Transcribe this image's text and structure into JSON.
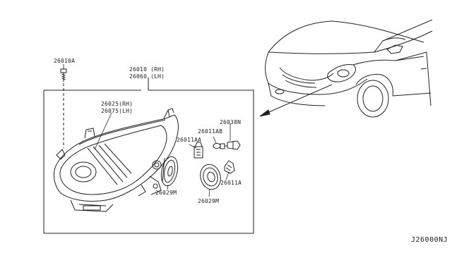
{
  "diagram": {
    "diagram_id": "J26000NJ",
    "callouts": {
      "bolt": "26010A",
      "assy_rh": "26010 (RH)",
      "assy_lh": "26060 (LH)",
      "housing_rh": "26025(RH)",
      "housing_lh": "26075(LH)",
      "socket_aa": "26011AA",
      "socket_ab": "26011AB",
      "bulb_bn": "26038N",
      "socket_a": "26011A",
      "cap_left": "26029M",
      "cap_right": "26029M"
    }
  }
}
